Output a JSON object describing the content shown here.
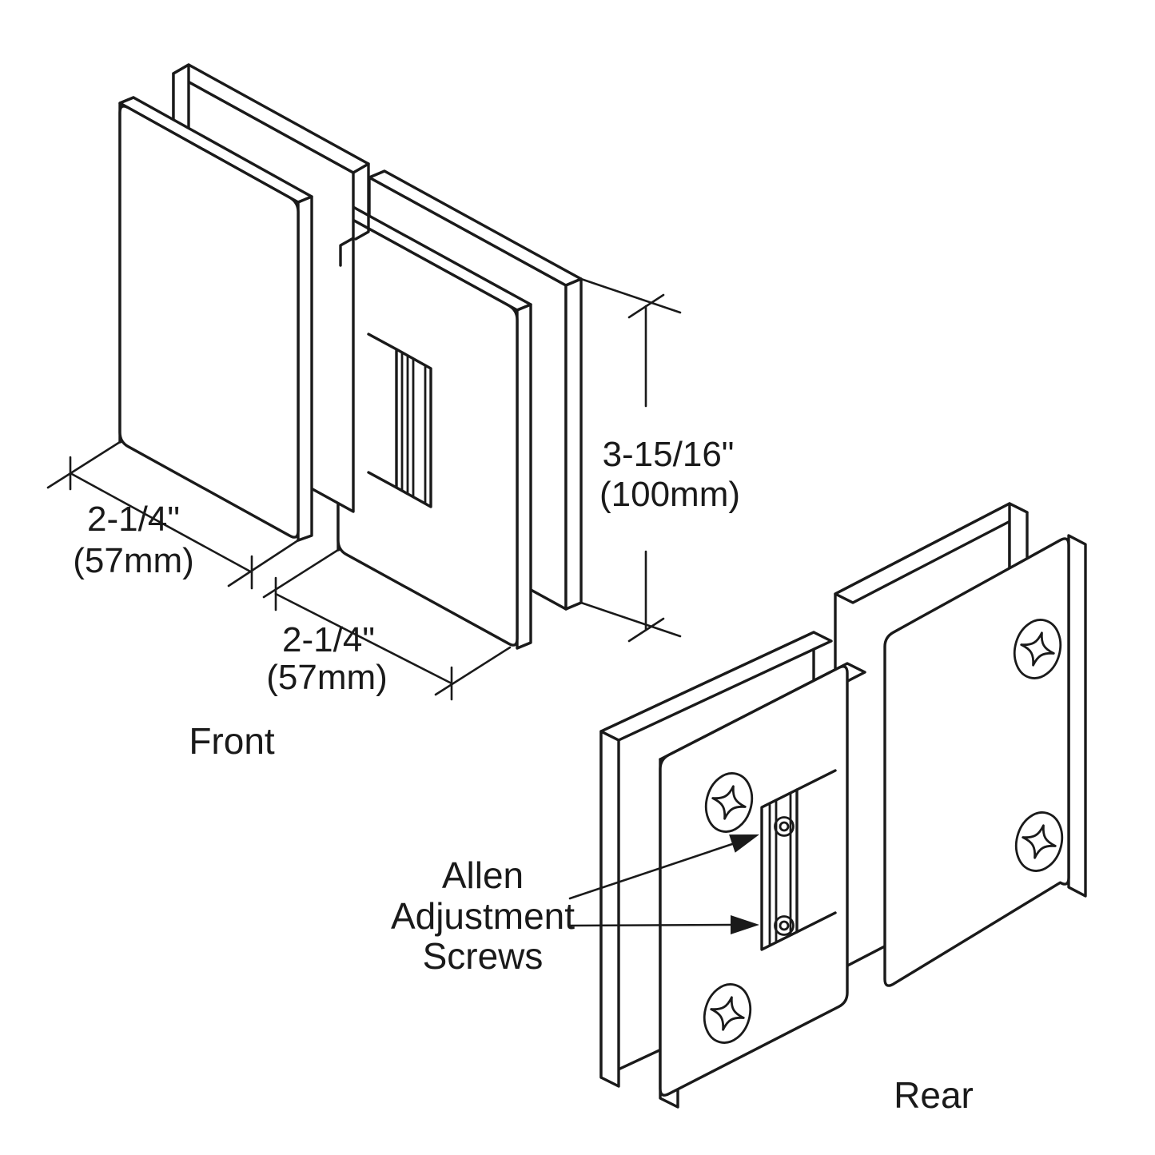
{
  "page": {
    "background_color": "#ffffff",
    "line_color": "#1a1a1a",
    "content": "Isometric technical line drawing of a glass-to-glass shower door hinge, front and rear views"
  },
  "front_view": {
    "label": "Front",
    "dimensions": {
      "left_plate_width": {
        "imperial": "2-1/4\"",
        "metric": "(57mm)"
      },
      "right_plate_width": {
        "imperial": "2-1/4\"",
        "metric": "(57mm)"
      },
      "hinge_height": {
        "imperial": "3-15/16\"",
        "metric": "(100mm)"
      }
    }
  },
  "rear_view": {
    "label": "Rear",
    "annotation": {
      "line1": "Allen",
      "line2": "Adjustment",
      "line3": "Screws"
    }
  },
  "icons": {
    "phillips_screw": "phillips-screw-icon",
    "allen_screw": "allen-adjustment-screw-icon"
  }
}
